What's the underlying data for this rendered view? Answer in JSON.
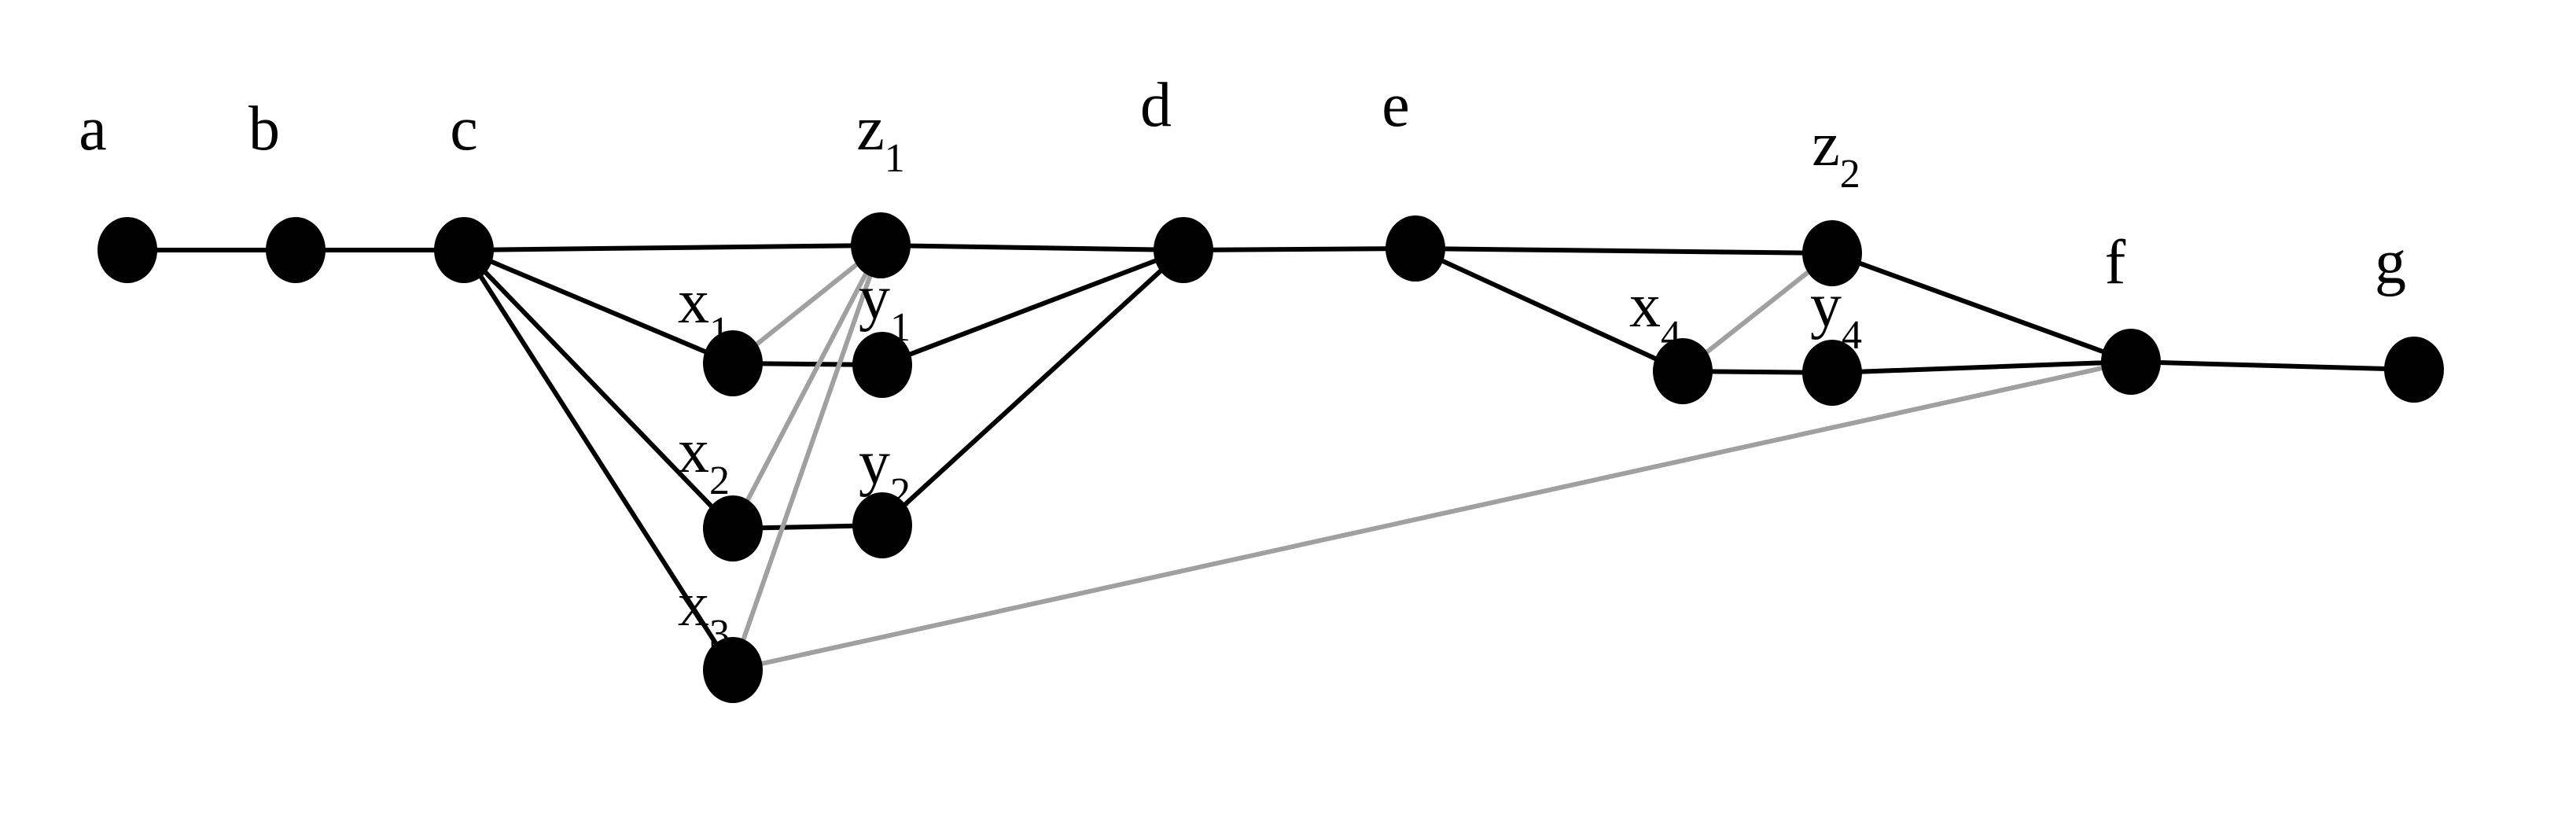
{
  "diagram": {
    "colors": {
      "node": "#000000",
      "edge_dark": "#000000",
      "edge_gray": "#a0a0a0",
      "background": "#ffffff"
    },
    "nodes": [
      {
        "id": "a",
        "label": "a",
        "sub": ""
      },
      {
        "id": "b",
        "label": "b",
        "sub": ""
      },
      {
        "id": "c",
        "label": "c",
        "sub": ""
      },
      {
        "id": "z1",
        "label": "z",
        "sub": "1"
      },
      {
        "id": "d",
        "label": "d",
        "sub": ""
      },
      {
        "id": "e",
        "label": "e",
        "sub": ""
      },
      {
        "id": "z2",
        "label": "z",
        "sub": "2"
      },
      {
        "id": "f",
        "label": "f",
        "sub": ""
      },
      {
        "id": "g",
        "label": "g",
        "sub": ""
      },
      {
        "id": "x1",
        "label": "x",
        "sub": "1"
      },
      {
        "id": "y1",
        "label": "y",
        "sub": "1"
      },
      {
        "id": "x2",
        "label": "x",
        "sub": "2"
      },
      {
        "id": "y2",
        "label": "y",
        "sub": "2"
      },
      {
        "id": "x3",
        "label": "x",
        "sub": "3"
      },
      {
        "id": "x4",
        "label": "x",
        "sub": "4"
      },
      {
        "id": "y4",
        "label": "y",
        "sub": "4"
      }
    ],
    "edges": [
      {
        "from": "a",
        "to": "b",
        "color": "dark"
      },
      {
        "from": "b",
        "to": "c",
        "color": "dark"
      },
      {
        "from": "c",
        "to": "z1",
        "color": "dark"
      },
      {
        "from": "z1",
        "to": "d",
        "color": "dark"
      },
      {
        "from": "d",
        "to": "e",
        "color": "dark"
      },
      {
        "from": "e",
        "to": "z2",
        "color": "dark"
      },
      {
        "from": "z2",
        "to": "f",
        "color": "dark"
      },
      {
        "from": "f",
        "to": "g",
        "color": "dark"
      },
      {
        "from": "c",
        "to": "x1",
        "color": "dark"
      },
      {
        "from": "c",
        "to": "x2",
        "color": "dark"
      },
      {
        "from": "c",
        "to": "x3",
        "color": "dark"
      },
      {
        "from": "x1",
        "to": "y1",
        "color": "dark"
      },
      {
        "from": "x2",
        "to": "y2",
        "color": "dark"
      },
      {
        "from": "y1",
        "to": "d",
        "color": "dark"
      },
      {
        "from": "y2",
        "to": "d",
        "color": "dark"
      },
      {
        "from": "e",
        "to": "x4",
        "color": "dark"
      },
      {
        "from": "x4",
        "to": "y4",
        "color": "dark"
      },
      {
        "from": "y4",
        "to": "f",
        "color": "dark"
      },
      {
        "from": "x1",
        "to": "z1",
        "color": "gray"
      },
      {
        "from": "x2",
        "to": "z1",
        "color": "gray"
      },
      {
        "from": "x3",
        "to": "z1",
        "color": "gray"
      },
      {
        "from": "x3",
        "to": "f",
        "color": "gray"
      },
      {
        "from": "x4",
        "to": "z2",
        "color": "gray"
      }
    ]
  }
}
